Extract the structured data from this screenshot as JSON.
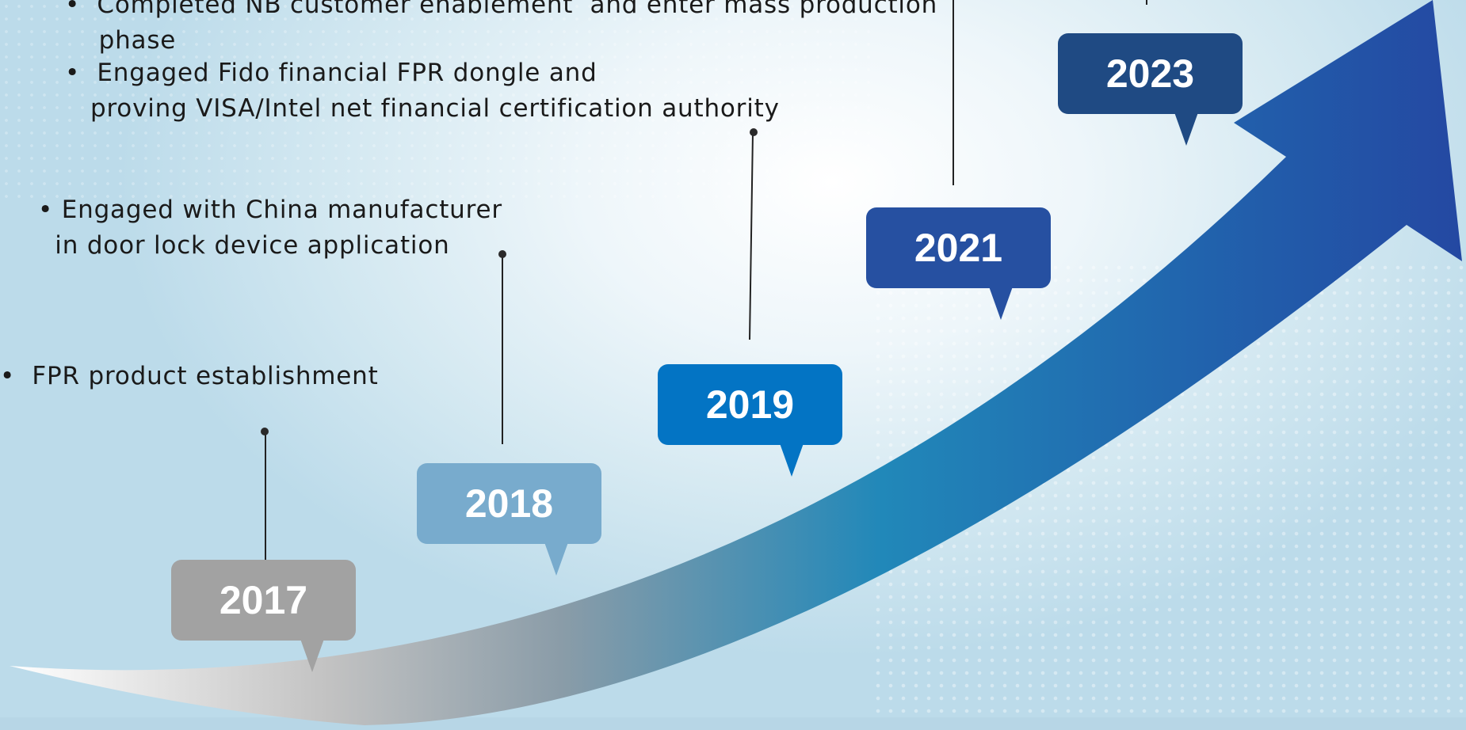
{
  "milestones": [
    {
      "year": "2017",
      "color": "#a2a2a2",
      "note": "•  FPR product establishment"
    },
    {
      "year": "2018",
      "color": "#78abcd",
      "note": "• Engaged with China manufacturer\n  in door lock device application"
    },
    {
      "year": "2019",
      "color": "#0374c4",
      "note": "•  Engaged Fido financial FPR dongle and\n   proving VISA/Intel net financial certification authority"
    },
    {
      "year": "2021",
      "color": "#2650a1",
      "note": "•  Completed NB customer enablement  and enter mass production\n    phase"
    },
    {
      "year": "2023",
      "color": "#1f4a83"
    }
  ]
}
